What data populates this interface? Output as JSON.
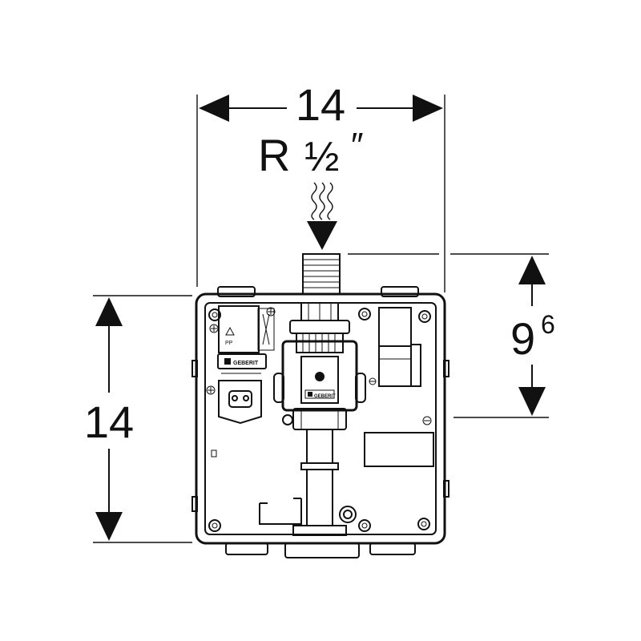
{
  "dimensions": {
    "top_width": "14",
    "thread_size_prefix": "R",
    "thread_size_fraction": "½",
    "thread_size_unit": "″",
    "left_height": "14",
    "right_height_main": "9",
    "right_height_sup": "6"
  },
  "markings": {
    "logo_text": "GEBERIT",
    "recycle_code": "PP"
  },
  "colors": {
    "line": "#111111",
    "background": "#ffffff"
  }
}
